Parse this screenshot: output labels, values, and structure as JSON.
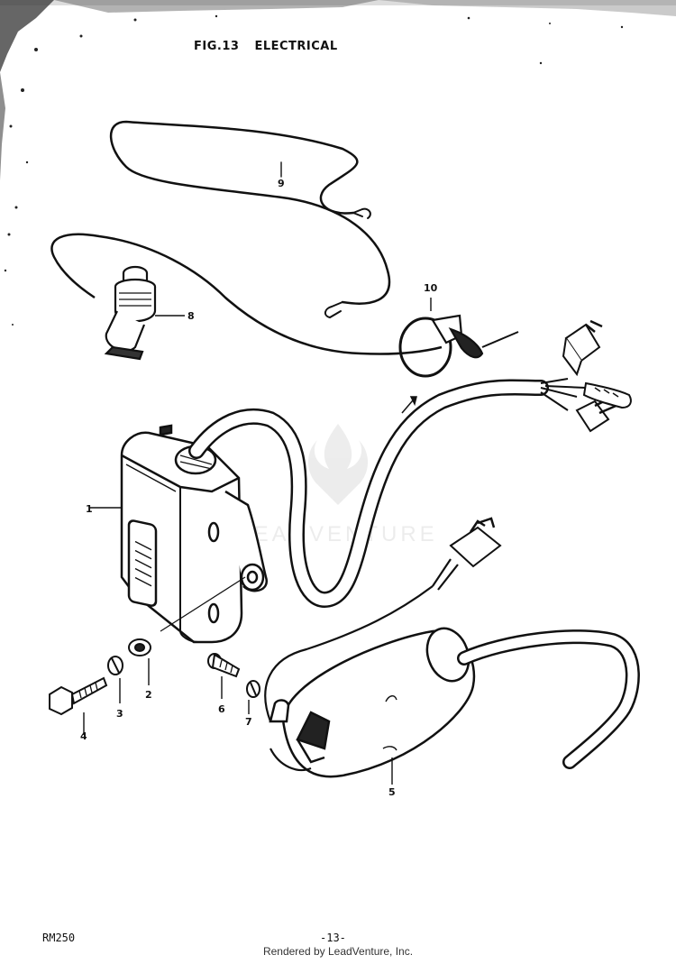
{
  "header": {
    "fig_label": "FIG.13",
    "title": "ELECTRICAL"
  },
  "parts": [
    {
      "number": "1",
      "name": "cdi-unit"
    },
    {
      "number": "2",
      "name": "washer"
    },
    {
      "number": "3",
      "name": "lock-washer"
    },
    {
      "number": "4",
      "name": "bolt"
    },
    {
      "number": "5",
      "name": "ignition-coil"
    },
    {
      "number": "6",
      "name": "screw"
    },
    {
      "number": "7",
      "name": "lock-washer-small"
    },
    {
      "number": "8",
      "name": "engine-stop-switch"
    },
    {
      "number": "9",
      "name": "ground-wire"
    },
    {
      "number": "10",
      "name": "wire-clamp"
    }
  ],
  "watermark": {
    "text": "LEADVENTURE"
  },
  "footer": {
    "model": "RM250",
    "page": "-13-",
    "credit": "Rendered by LeadVenture, Inc."
  }
}
